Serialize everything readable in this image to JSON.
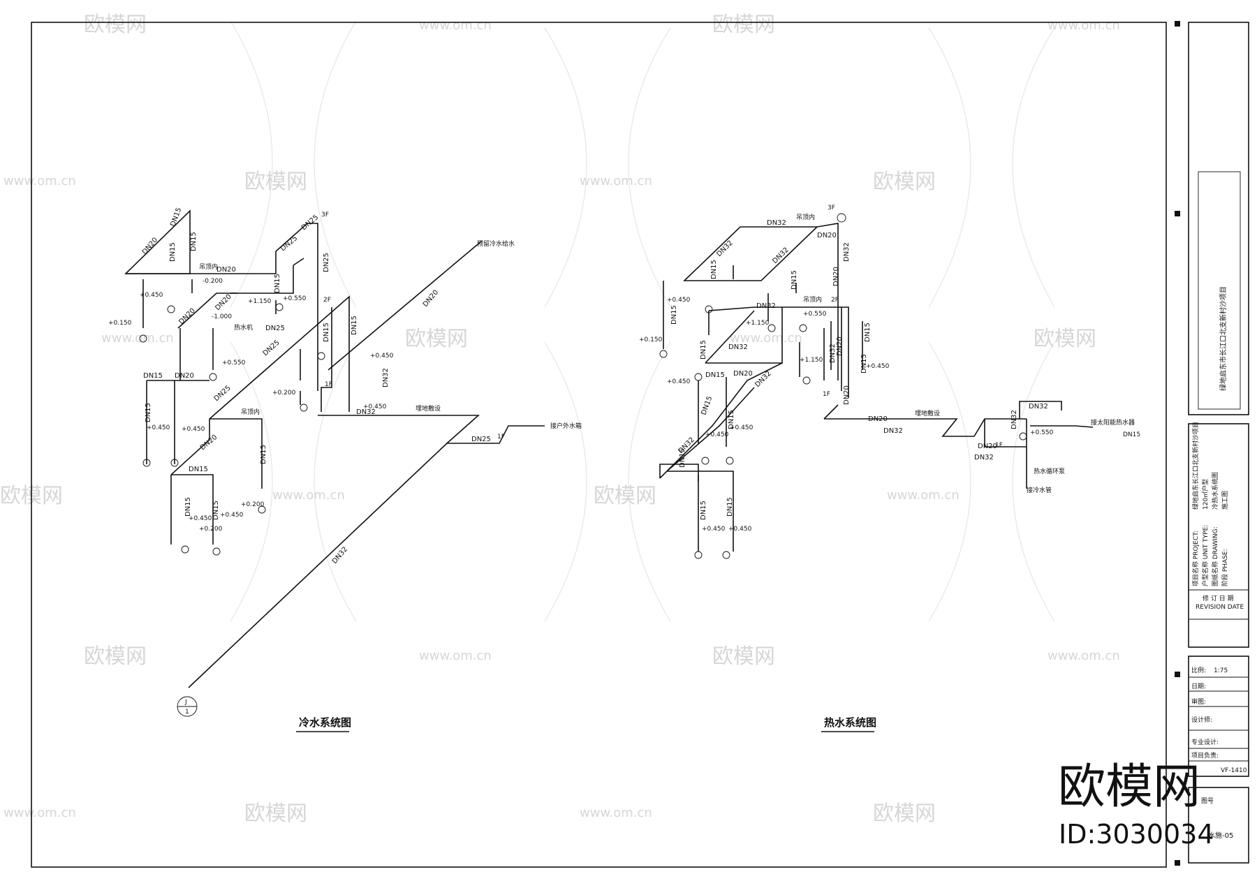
{
  "watermark": {
    "brand": "欧模网",
    "url": "www.om.cn",
    "id": "ID:3030034"
  },
  "title_block": {
    "project_name": "绿地启东市长江口北支新村沙项目",
    "info_lines": [
      "项目名称 PROJECT:",
      "户型名称 UNIT TYPE:",
      "图纸名称 DRAWING:",
      "阶段 PHASE:"
    ],
    "info_values": [
      "绿地启东长江口北支新村沙项目",
      "120㎡户型",
      "冷热水系统图",
      "施工图"
    ],
    "revision_label": "修 订 日 期",
    "revision_label_en": "REVISION DATE",
    "scale_label": "比例:",
    "scale_value": "1:75",
    "date_label": "日期:",
    "check_label": "审图:",
    "design_label": "设计师:",
    "pro_design_label": "专业设计:",
    "pm_label": "项目负责:",
    "drawing_no_value": "VF-1410",
    "drawing_no_label": "图号",
    "sheet_no": "水施-05"
  },
  "cold_water": {
    "title": "冷水系统图",
    "pipe_labels": [
      "DN20",
      "DN15",
      "DN15",
      "DN15",
      "DN20",
      "DN25",
      "DN25",
      "DN25",
      "DN15",
      "DN20",
      "DN20",
      "DN25",
      "DN25",
      "DN15",
      "DN25",
      "DN15",
      "DN20",
      "DN15",
      "DN20",
      "DN15",
      "DN15",
      "DN15",
      "DN15",
      "DN32",
      "DN15",
      "DN32",
      "DN25",
      "DN20",
      "DN32"
    ],
    "notes": [
      "吊顶内",
      "热水机",
      "吊顶内",
      "埋地敷设",
      "接户外水箱",
      "预留冷水给水"
    ],
    "elevations": [
      "-0.200",
      "+0.450",
      "+0.150",
      "-1.000",
      "+0.550",
      "+0.550",
      "+1.150",
      "+0.450",
      "+0.450",
      "+0.200",
      "+0.450",
      "+0.450",
      "+0.200",
      "+0.450",
      "+0.450",
      "+0.200"
    ],
    "floor_marks": [
      "1F",
      "2F",
      "3F",
      "1F"
    ],
    "riser_tag_top": "J",
    "riser_tag_bottom": "1"
  },
  "hot_water": {
    "title": "热水系统图",
    "pipe_labels": [
      "DN32",
      "DN20",
      "DN32",
      "DN32",
      "DN15",
      "DN32",
      "DN15",
      "DN20",
      "DN32",
      "DN32",
      "DN15",
      "DN15",
      "DN20",
      "DN20",
      "DN32",
      "DN15",
      "DN15",
      "DN15",
      "DN32",
      "DN15",
      "DN15",
      "DN15",
      "DN20",
      "DN32",
      "DN20",
      "DN32",
      "DN32",
      "DN20",
      "DN32",
      "DN32",
      "DN15",
      "DN15"
    ],
    "notes": [
      "吊顶内",
      "吊顶内",
      "埋地敷设",
      "接太阳能热水器",
      "热水循环泵",
      "接冷水管"
    ],
    "elevations": [
      "+0.450",
      "+0.150",
      "+1.150",
      "+1.150",
      "+0.550",
      "+0.450",
      "+0.450",
      "+0.450",
      "+0.450",
      "+0.450",
      "+0.450",
      "+0.550"
    ],
    "floor_marks": [
      "1F",
      "1F",
      "2F",
      "3F"
    ],
    "valve_note": "DN15"
  }
}
